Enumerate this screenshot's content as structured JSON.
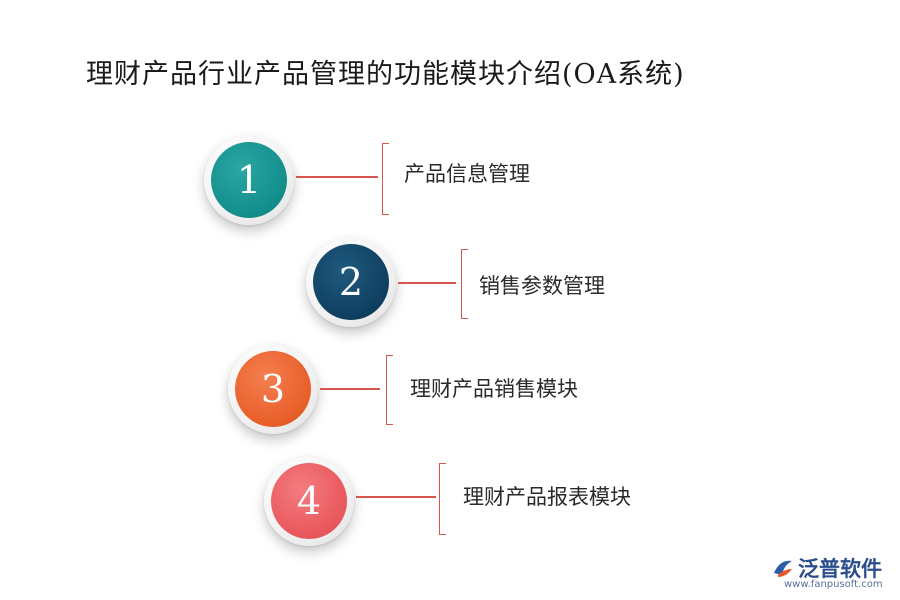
{
  "title": "理财产品行业产品管理的功能模块介绍(OA系统)",
  "items": [
    {
      "number": "1",
      "label": "产品信息管理",
      "color": "#138e8b"
    },
    {
      "number": "2",
      "label": "销售参数管理",
      "color": "#0f3f60"
    },
    {
      "number": "3",
      "label": "理财产品销售模块",
      "color": "#e85e28"
    },
    {
      "number": "4",
      "label": "理财产品报表模块",
      "color": "#e8575b"
    }
  ],
  "logo": {
    "name": "泛普软件",
    "url": "www.fanpusoft.com"
  }
}
